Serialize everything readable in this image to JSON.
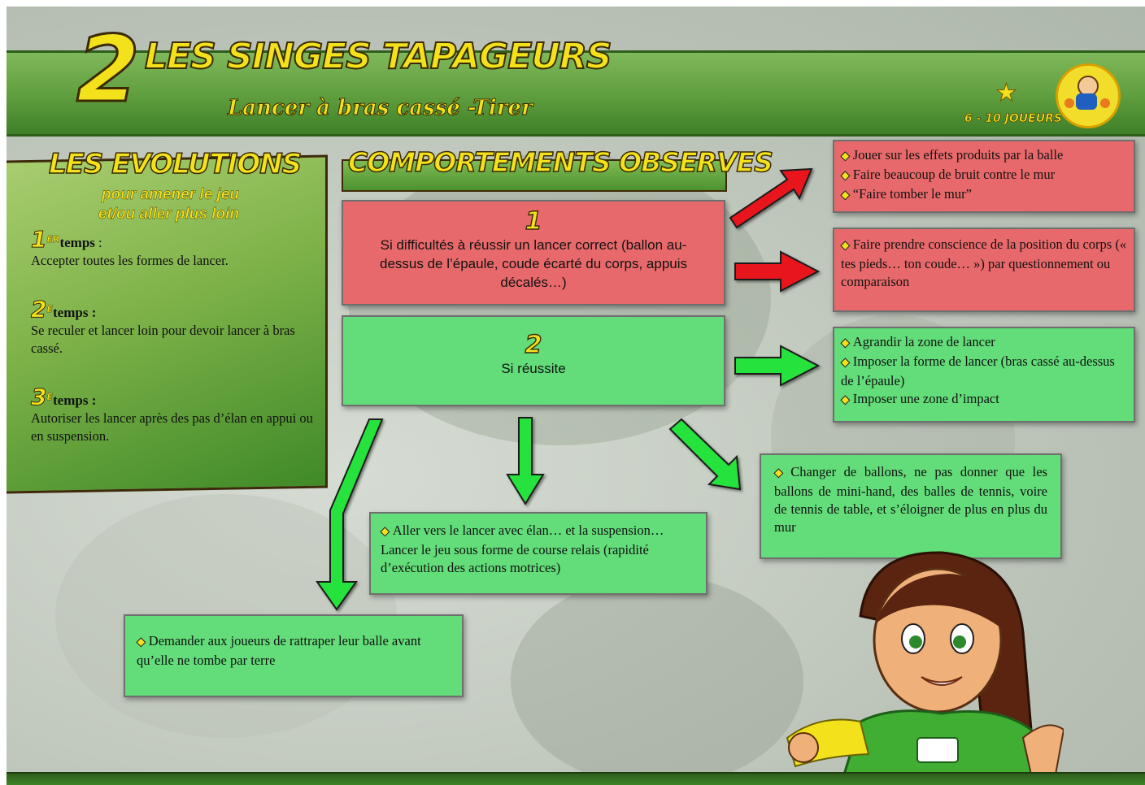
{
  "header": {
    "number": "2",
    "title": "LES SINGES TAPAGEURS",
    "subtitle": "Lancer à bras cassé -Tirer",
    "players": "6 - 10 JOUEURS"
  },
  "evolutions": {
    "title": "LES EVOLUTIONS",
    "subtitle_line1": "pour amener le jeu",
    "subtitle_line2": "et/ou aller plus loin",
    "steps": [
      {
        "num": "1",
        "suffix": "ER",
        "label": "temps",
        "after": " :",
        "text": "Accepter toutes les formes de lancer."
      },
      {
        "num": "2",
        "suffix": "E",
        "label": "temps :",
        "after": "",
        "text": "Se reculer et lancer loin pour devoir lancer à bras cassé."
      },
      {
        "num": "3",
        "suffix": "E",
        "label": "temps :",
        "after": "",
        "text": "Autoriser les lancer après des pas d’élan en appui ou en suspension."
      }
    ]
  },
  "comportements": {
    "title": "COMPORTEMENTS OBSERVES",
    "case1": {
      "num": "1",
      "text": "Si difficultés à réussir un lancer correct (ballon au-dessus de l’épaule, coude écarté du corps, appuis décalés…)"
    },
    "case2": {
      "num": "2",
      "text": "Si réussite"
    }
  },
  "responses": {
    "red_top": [
      "Jouer sur les effets produits par la balle",
      "Faire beaucoup de bruit contre le mur",
      "“Faire tomber le mur”"
    ],
    "red_mid": "Faire prendre conscience de la position du corps (« tes pieds… ton coude… ») par questionnement ou comparaison",
    "green_right": [
      "Agrandir la zone de lancer",
      "Imposer la forme de lancer (bras cassé au-dessus de l’épaule)",
      "Imposer une zone d’impact"
    ],
    "green_diag": "Changer de ballons, ne pas donner que les ballons de mini-hand, des balles de tennis, voire de tennis de table, et s’éloigner de plus en plus du mur",
    "green_center": "Aller vers le lancer avec élan… et la suspension… Lancer le jeu sous forme de course relais (rapidité d’exécution des actions motrices)",
    "green_bottom": "Demander aux joueurs de rattraper leur balle avant qu’elle ne tombe par terre"
  },
  "colors": {
    "red_box": "#e8696b",
    "green_box": "#62dd7a",
    "title_yellow": "#f3e21b",
    "banner_green": "#5e9d3d"
  }
}
